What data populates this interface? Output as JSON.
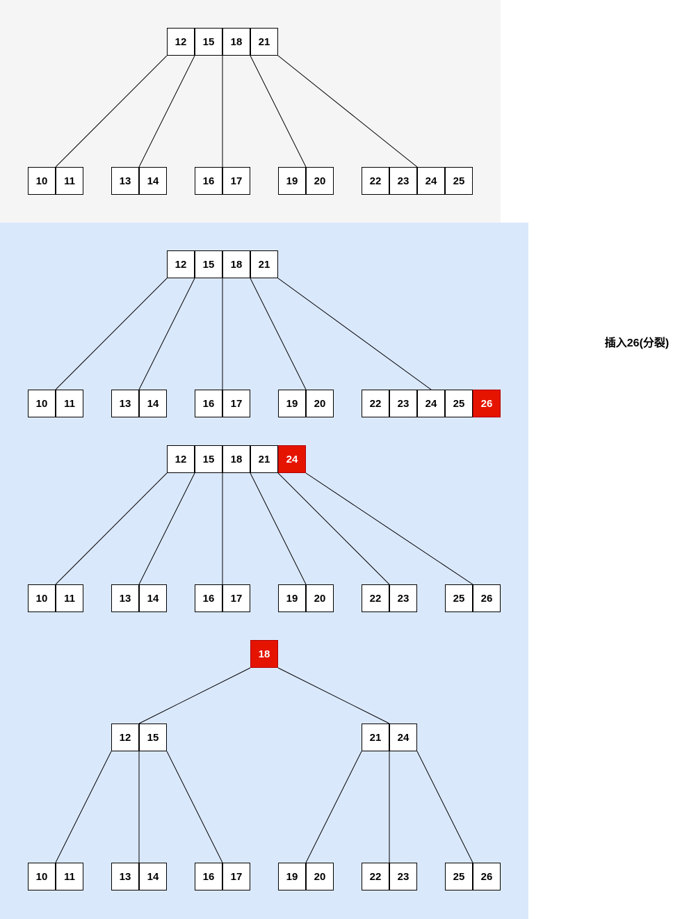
{
  "caption": "插入26(分裂)",
  "colors": {
    "panel_top": "#f5f5f5",
    "panel_main": "#dae8fc",
    "highlight": "#e51400",
    "edge": "#000000"
  },
  "stages": [
    {
      "id": "initial",
      "nodes": [
        {
          "id": "a0",
          "keys": [
            "12",
            "15",
            "18",
            "21"
          ]
        },
        {
          "id": "a1",
          "keys": [
            "10",
            "11"
          ]
        },
        {
          "id": "a2",
          "keys": [
            "13",
            "14"
          ]
        },
        {
          "id": "a3",
          "keys": [
            "16",
            "17"
          ]
        },
        {
          "id": "a4",
          "keys": [
            "19",
            "20"
          ]
        },
        {
          "id": "a5",
          "keys": [
            "22",
            "23",
            "24",
            "25"
          ]
        }
      ]
    },
    {
      "id": "insert",
      "nodes": [
        {
          "id": "b0",
          "keys": [
            "12",
            "15",
            "18",
            "21"
          ]
        },
        {
          "id": "b1",
          "keys": [
            "10",
            "11"
          ]
        },
        {
          "id": "b2",
          "keys": [
            "13",
            "14"
          ]
        },
        {
          "id": "b3",
          "keys": [
            "16",
            "17"
          ]
        },
        {
          "id": "b4",
          "keys": [
            "19",
            "20"
          ]
        },
        {
          "id": "b5",
          "keys": [
            "22",
            "23",
            "24",
            "25",
            "26"
          ],
          "highlight": [
            "26"
          ]
        }
      ]
    },
    {
      "id": "split-leaf",
      "nodes": [
        {
          "id": "c0",
          "keys": [
            "12",
            "15",
            "18",
            "21",
            "24"
          ],
          "highlight": [
            "24"
          ]
        },
        {
          "id": "c1",
          "keys": [
            "10",
            "11"
          ]
        },
        {
          "id": "c2",
          "keys": [
            "13",
            "14"
          ]
        },
        {
          "id": "c3",
          "keys": [
            "16",
            "17"
          ]
        },
        {
          "id": "c4",
          "keys": [
            "19",
            "20"
          ]
        },
        {
          "id": "c5",
          "keys": [
            "22",
            "23"
          ]
        },
        {
          "id": "c6",
          "keys": [
            "25",
            "26"
          ]
        }
      ]
    },
    {
      "id": "split-root",
      "nodes": [
        {
          "id": "d0",
          "keys": [
            "18"
          ],
          "highlight": [
            "18"
          ]
        },
        {
          "id": "d1",
          "keys": [
            "12",
            "15"
          ]
        },
        {
          "id": "d2",
          "keys": [
            "21",
            "24"
          ]
        },
        {
          "id": "d3",
          "keys": [
            "10",
            "11"
          ]
        },
        {
          "id": "d4",
          "keys": [
            "13",
            "14"
          ]
        },
        {
          "id": "d5",
          "keys": [
            "16",
            "17"
          ]
        },
        {
          "id": "d6",
          "keys": [
            "19",
            "20"
          ]
        },
        {
          "id": "d7",
          "keys": [
            "22",
            "23"
          ]
        },
        {
          "id": "d8",
          "keys": [
            "25",
            "26"
          ]
        }
      ]
    }
  ]
}
